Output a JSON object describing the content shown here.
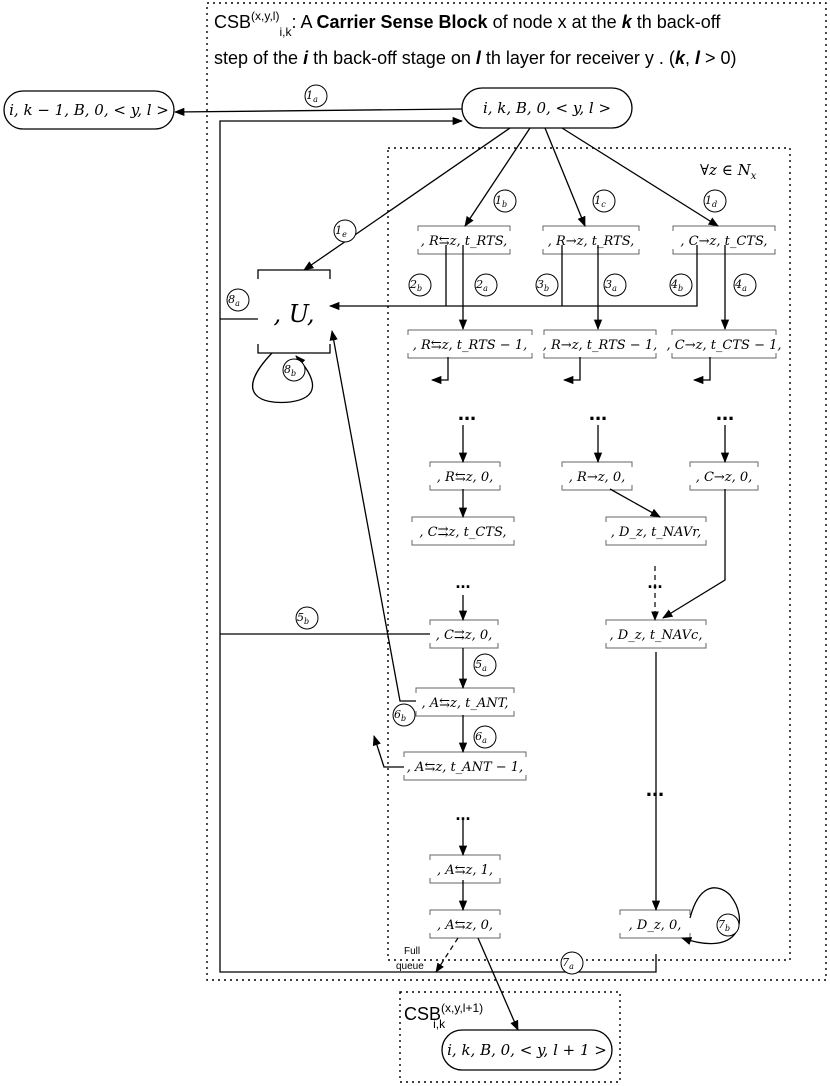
{
  "caption": {
    "line1_prefix": "CSB",
    "line1_sup": "(x,y,l)",
    "line1_sub": "i,k",
    "line1_rest_a": ": A ",
    "line1_bold": "Carrier Sense Block",
    "line1_rest_b": " of node x at the ",
    "line1_k": "k",
    "line1_rest_c": " th back-off",
    "line2_a": "step of the ",
    "line2_i": "i",
    "line2_b": " th back-off stage on ",
    "line2_l": "l",
    "line2_c": " th layer for receiver y . (",
    "line2_kl_k": "k",
    "line2_comma": ", ",
    "line2_kl_l": "l",
    "line2_end": " > 0)"
  },
  "nodes": {
    "left_state": "i, k − 1, B, 0, < y, l >",
    "top_state": "i, k, B, 0, < y, l >",
    "bottom_state": "i, k, B, 0, < y, l + 1 >",
    "forall": "∀z ∈ N",
    "forall_sub": "x",
    "u_state": ", U,",
    "bottom_csb_prefix": "CSB",
    "bottom_csb_sup": "(x,y,l+1)",
    "bottom_csb_sub": "i,k"
  },
  "states": {
    "r_left_rts": ", R⇆z, t_RTS,",
    "r_right_rts": ", R→z, t_RTS,",
    "c_cts": ", C→z, t_CTS,",
    "r_left_rts_m1": ", R⇆z, t_RTS − 1,",
    "r_right_rts_m1": ", R→z, t_RTS − 1,",
    "c_cts_m1": ", C→z, t_CTS − 1,",
    "r_left_0": ", R⇆z, 0,",
    "r_right_0": ", R→z, 0,",
    "c_0": ", C→z, 0,",
    "c2_cts": ", C⇉z, t_CTS,",
    "d_navr": ", D_z, t_NAVr,",
    "c2_0": ", C⇉z, 0,",
    "d_navc": ", D_z, t_NAVc,",
    "a_ant": ", A⇆z, t_ANT,",
    "a_ant_m1": ", A⇆z, t_ANT − 1,",
    "a_1": ", A⇆z, 1,",
    "a_0": ", A⇆z, 0,",
    "d_0": ", D_z, 0,"
  },
  "labels": {
    "l1a": "1a",
    "l1b": "1b",
    "l1c": "1c",
    "l1d": "1d",
    "l1e": "1e",
    "l2a": "2a",
    "l2b": "2b",
    "l3a": "3a",
    "l3b": "3b",
    "l4a": "4a",
    "l4b": "4b",
    "l5a": "5a",
    "l5b": "5b",
    "l6a": "6a",
    "l6b": "6b",
    "l7a": "7a",
    "l7b": "7b",
    "l8a": "8a",
    "l8b": "8b",
    "full": "Full",
    "queue": "queue",
    "ellipsis": "..."
  }
}
